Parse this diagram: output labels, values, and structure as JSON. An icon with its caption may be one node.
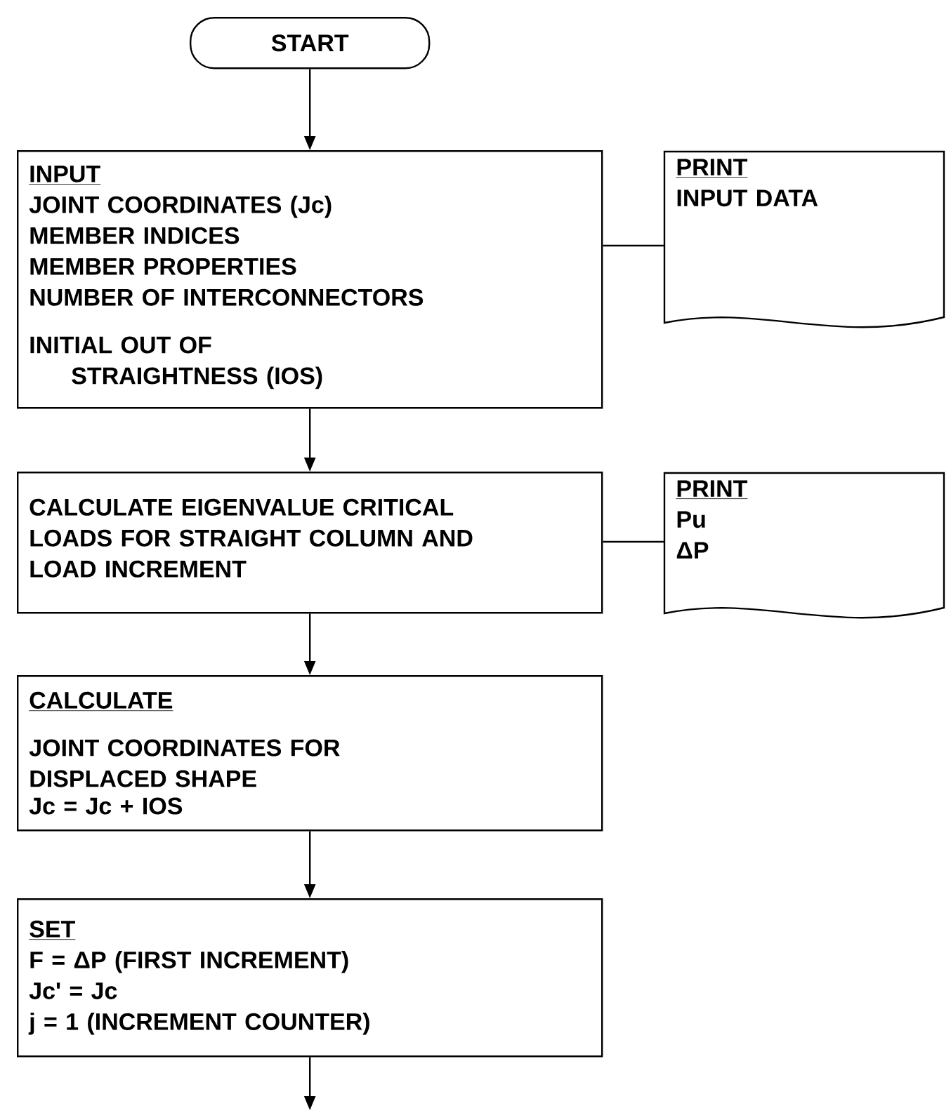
{
  "diagram": {
    "nodes": [
      {
        "text": [
          "START"
        ]
      },
      {
        "text": [
          "INPUT",
          "JOINT COORDINATES (Jc)",
          "MEMBER INDICES",
          "MEMBER PROPERTIES",
          "NUMBER OF INTERCONNECTORS",
          "INITIAL OUT OF STRAIGHTNESS (IOS)"
        ]
      },
      {
        "text": [
          "PRINT",
          "INPUT DATA"
        ]
      },
      {
        "text": [
          "CALCULATE EIGENVALUE CRITICAL LOADS FOR STRAIGHT COLUMN AND LOAD INCREMENT"
        ]
      },
      {
        "text": [
          "PRINT",
          "Pu",
          "ΔP"
        ]
      },
      {
        "text": [
          "CALCULATE",
          "JOINT COORDINATES FOR DISPLACED SHAPE",
          "Jc = Jc + IOS"
        ]
      },
      {
        "text": [
          "SET",
          "F = ΔP (FIRST INCREMENT)",
          "Jc' = Jc",
          "j = 1 (INCREMENT COUNTER)"
        ]
      }
    ],
    "edges": [
      {
        "from": 0,
        "to": 1,
        "arrow": "to"
      },
      {
        "from": 1,
        "to": 2,
        "arrow": "none"
      },
      {
        "from": 1,
        "to": 3,
        "arrow": "to"
      },
      {
        "from": 3,
        "to": 4,
        "arrow": "none"
      },
      {
        "from": 3,
        "to": 5,
        "arrow": "to"
      },
      {
        "from": 5,
        "to": 6,
        "arrow": "to"
      },
      {
        "from": 6,
        "to": null,
        "arrow": "to"
      }
    ]
  }
}
